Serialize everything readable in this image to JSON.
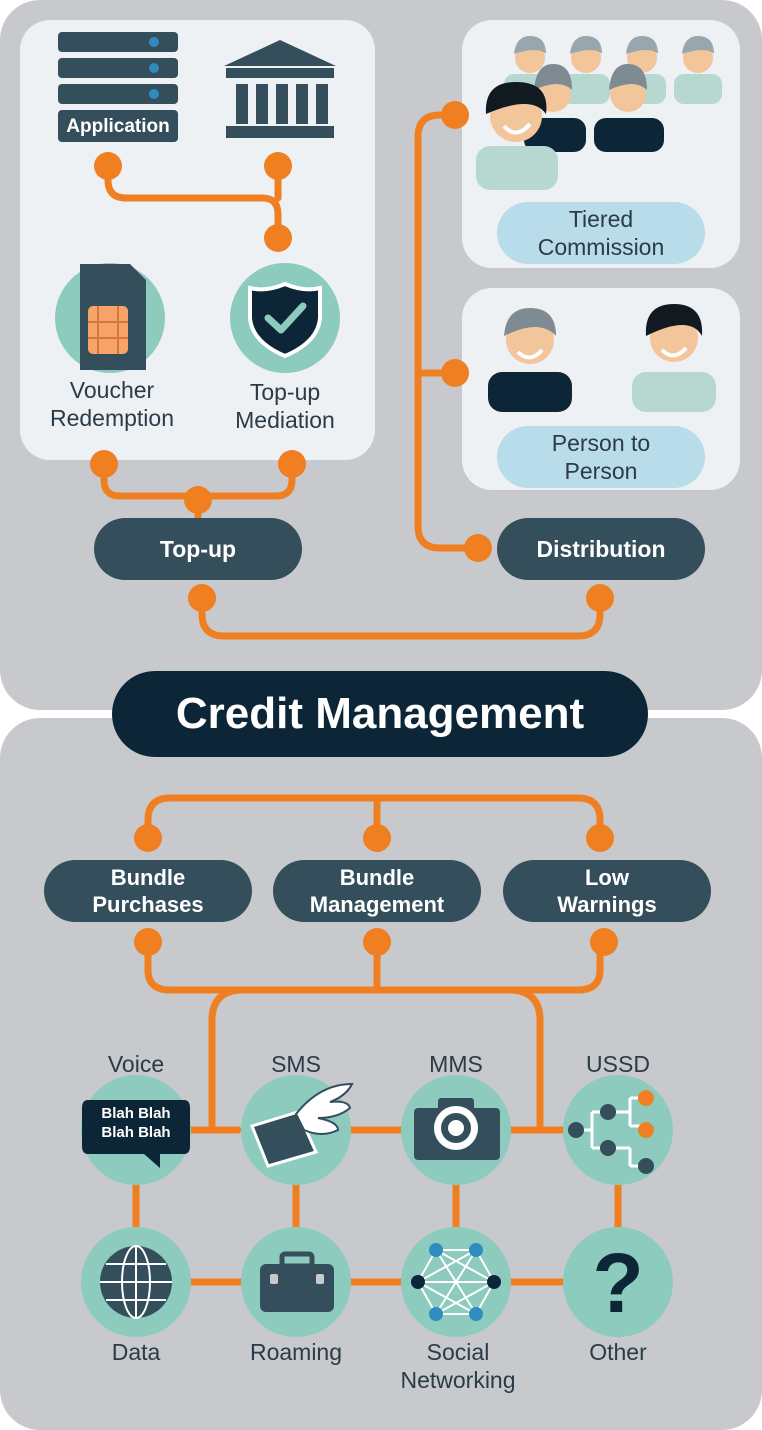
{
  "title": "Credit Management",
  "topup": {
    "application_label": "Application",
    "voucher_label": "Voucher\nRedemption",
    "mediation_label": "Top-up\nMediation",
    "pill": "Top-up"
  },
  "distribution": {
    "tiered_label": "Tiered\nCommission",
    "p2p_label": "Person to\nPerson",
    "pill": "Distribution"
  },
  "bundles": {
    "purchases": "Bundle\nPurchases",
    "management": "Bundle\nManagement",
    "warnings": "Low\nWarnings"
  },
  "services": {
    "voice": "Voice",
    "voice_bubble": "Blah Blah\nBlah Blah",
    "sms": "SMS",
    "mms": "MMS",
    "ussd": "USSD",
    "data": "Data",
    "roaming": "Roaming",
    "social": "Social\nNetworking",
    "other": "Other"
  },
  "colors": {
    "orange": "#f07f22",
    "dark": "#344f5b",
    "navy": "#0d2637",
    "teal": "#8ccbbd",
    "panel": "#c8c9cc",
    "card": "#eef1f4",
    "light_blue": "#b9dcea"
  }
}
